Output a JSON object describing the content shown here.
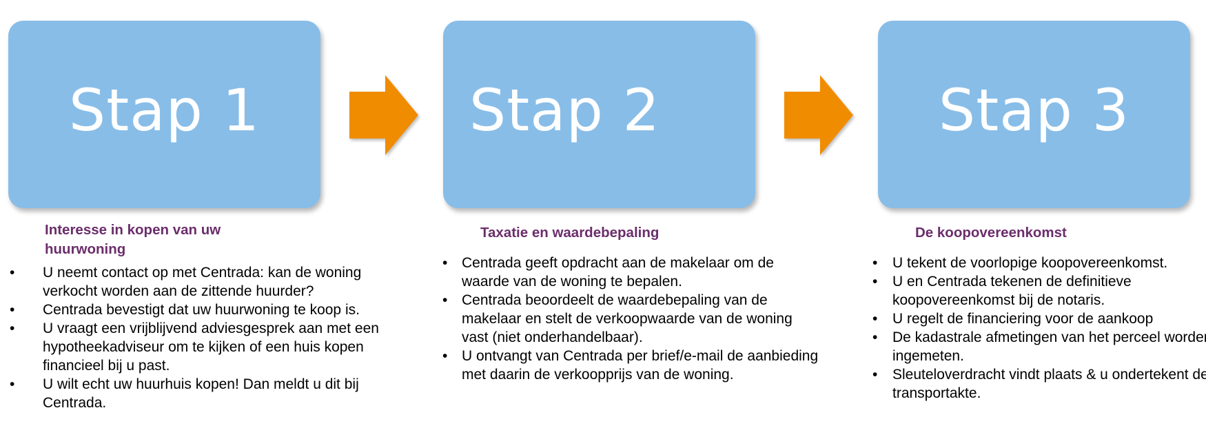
{
  "colors": {
    "box_fill": "#88bde8",
    "arrow_fill": "#f08c00",
    "heading_color": "#6b2d6b"
  },
  "steps": [
    {
      "title": "Stap 1",
      "heading": "Interesse in kopen van uw huurwoning",
      "bullets": [
        "U neemt contact op met Centrada: kan de woning verkocht worden aan de zittende huurder?",
        "Centrada bevestigt dat uw huurwoning  te koop is.",
        "U vraagt een vrijblijvend  adviesgesprek aan met een hypotheekadviseur om te kijken  of een huis kopen financieel bij  u past.",
        "U wilt echt uw huurhuis kopen! Dan meldt  u dit bij Centrada."
      ]
    },
    {
      "title": "Stap 2",
      "heading": "Taxatie en waardebepaling",
      "bullets": [
        "Centrada geeft opdracht aan de makelaar om de waarde van de woning  te bepalen.",
        "Centrada beoordeelt de waardebepaling van de makelaar  en stelt de verkoopwaarde van de woning vast (niet onderhandelbaar).",
        "U ontvangt van Centrada per brief/e-mail de aanbieding  met daarin de verkoopprijs van de woning."
      ]
    },
    {
      "title": "Stap 3",
      "heading": "De koopovereenkomst",
      "bullets": [
        "U tekent de voorlopige koopovereenkomst.",
        "U en Centrada tekenen de definitieve koopovereenkomst bij de notaris.",
        "U regelt de financiering voor de aankoop",
        "De kadastrale afmetingen van het perceel worden  ingemeten.",
        "Sleuteloverdracht  vindt plaats & u ondertekent de transportakte."
      ]
    }
  ],
  "bullet_char": "•"
}
